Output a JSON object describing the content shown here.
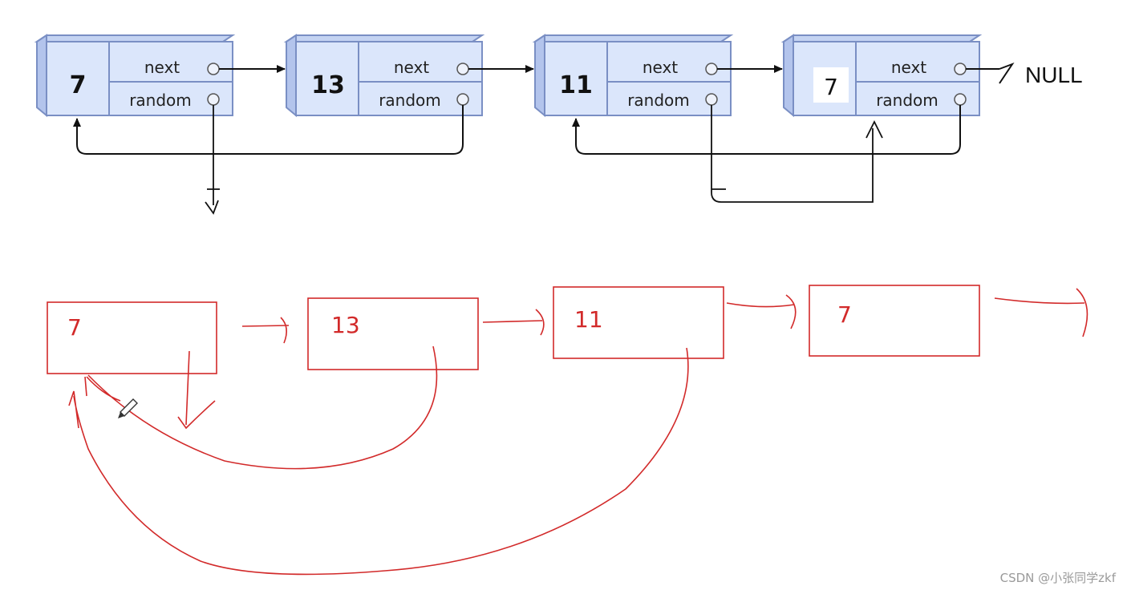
{
  "top_list": {
    "nodes": [
      {
        "value": "7",
        "next_label": "next",
        "random_label": "random"
      },
      {
        "value": "13",
        "next_label": "next",
        "random_label": "random"
      },
      {
        "value": "11",
        "next_label": "next",
        "random_label": "random"
      },
      {
        "value": "7",
        "next_label": "next",
        "random_label": "random"
      }
    ],
    "tail_label": "NULL"
  },
  "hand_copy": {
    "nodes": [
      {
        "value": "7"
      },
      {
        "value": "13"
      },
      {
        "value": "11"
      },
      {
        "value": "7"
      }
    ]
  },
  "colors": {
    "node_fill": "#dbe6fb",
    "node_stroke": "#7a8fc4",
    "arrow": "#111111",
    "hand_ink": "#d22a2a"
  },
  "watermark": "CSDN @小张同学zkf"
}
